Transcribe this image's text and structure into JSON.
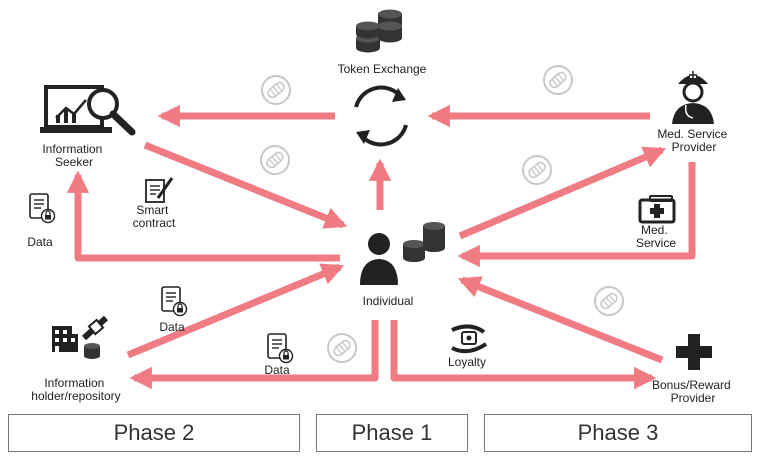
{
  "nodes": {
    "token_exchange": "Token Exchange",
    "information_seeker": [
      "Information",
      "Seeker"
    ],
    "med_service_provider": [
      "Med. Service",
      "Provider"
    ],
    "individual": "Individual",
    "information_holder": [
      "Information",
      "holder/repository"
    ],
    "bonus_reward_provider": [
      "Bonus/Reward",
      "Provider"
    ]
  },
  "edge_labels": {
    "smart_contract": [
      "Smart",
      "contract"
    ],
    "data_left": "Data",
    "data_lower_left": "Data",
    "data_bottom": "Data",
    "med_service": [
      "Med.",
      "Service"
    ],
    "loyalty": "Loyalty"
  },
  "phases": [
    "Phase 2",
    "Phase 1",
    "Phase 3"
  ],
  "colors": {
    "arrow": "#f07b82",
    "icon": "#222222",
    "token": "#c8c8c8"
  },
  "icons": [
    "coin-stack-icon",
    "sync-icon",
    "analytics-magnifier-icon",
    "doctor-icon",
    "user-coins-icon",
    "building-icon",
    "handshake-icon",
    "medical-cross-icon",
    "medical-kit-icon",
    "document-lock-icon",
    "contract-pen-icon",
    "loyalty-icon",
    "token-icon"
  ]
}
